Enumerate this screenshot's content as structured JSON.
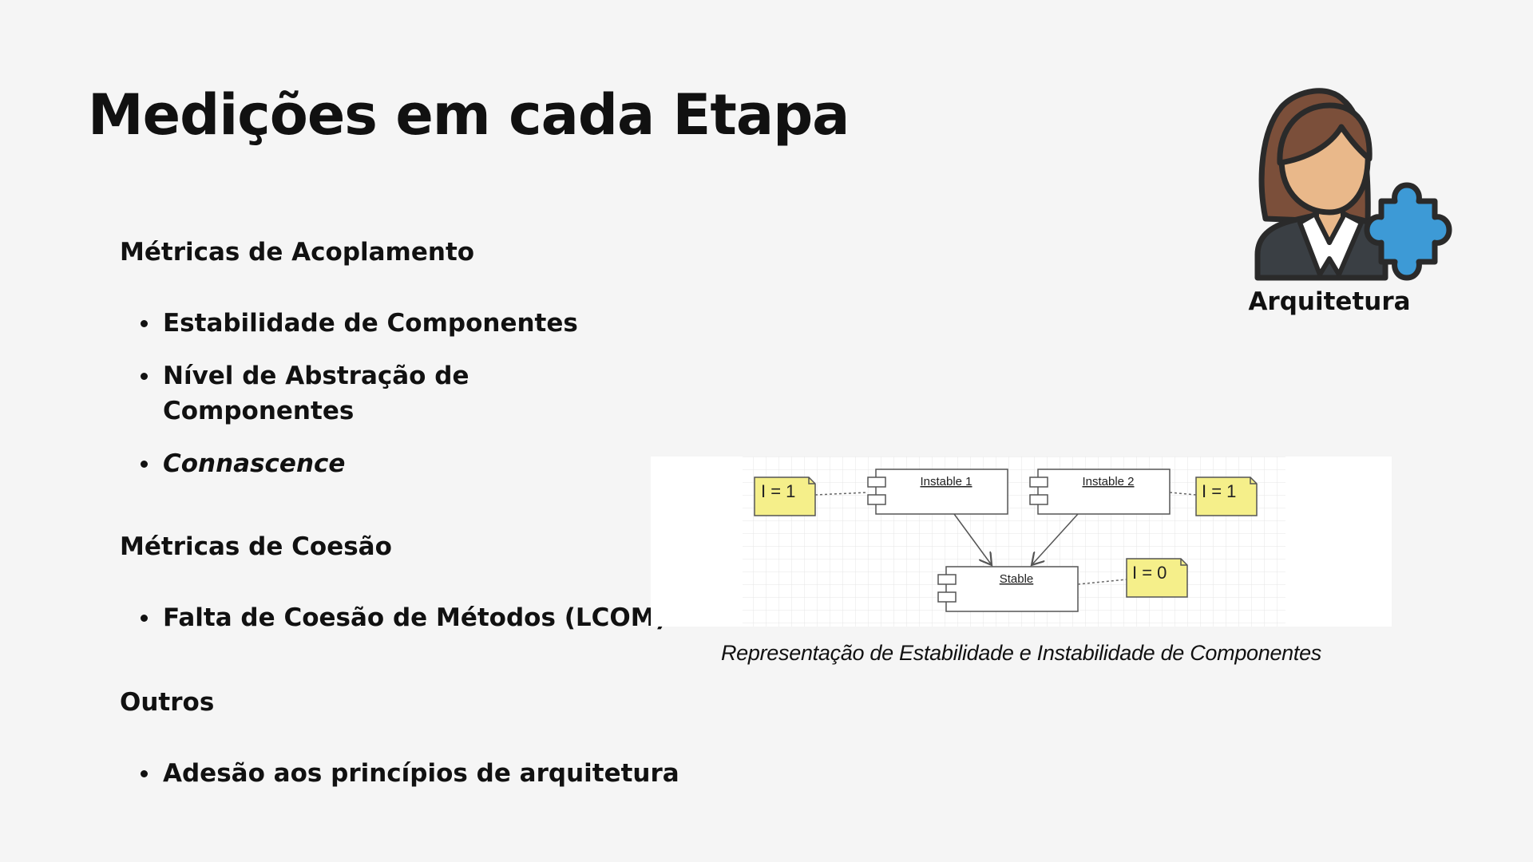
{
  "slide": {
    "title": "Medições em cada Etapa",
    "sections": [
      {
        "heading": "Métricas de Acoplamento",
        "items": [
          {
            "text": "Estabilidade  de Componentes",
            "italic": false
          },
          {
            "text": "Nível de Abstração de Componentes",
            "italic": false
          },
          {
            "text": "Connascence",
            "italic": true
          }
        ]
      },
      {
        "heading": "Métricas de Coesão",
        "items": [
          {
            "text": "Falta de Coesão de Métodos (LCOM)",
            "italic": false
          }
        ]
      },
      {
        "heading": "Outros",
        "items": [
          {
            "text": "Adesão aos princípios de arquitetura",
            "italic": false
          }
        ]
      }
    ],
    "avatar": {
      "label": "Arquitetura",
      "icon": "architect-woman-with-puzzle-icon"
    },
    "diagram": {
      "components": {
        "instable1": "Instable 1",
        "instable2": "Instable 2",
        "stable": "Stable"
      },
      "notes": {
        "instable1": "I = 1",
        "instable2": "I = 1",
        "stable": "I = 0"
      },
      "caption": "Representação de Estabilidade e Instabilidade de Componentes"
    },
    "colors": {
      "background": "#f5f5f5",
      "text": "#111111",
      "note_fill": "#f5ef8a",
      "puzzle": "#3d9ad6",
      "hair": "#7b4f3a",
      "skin": "#e9b88a",
      "suit": "#3a3f44"
    }
  }
}
